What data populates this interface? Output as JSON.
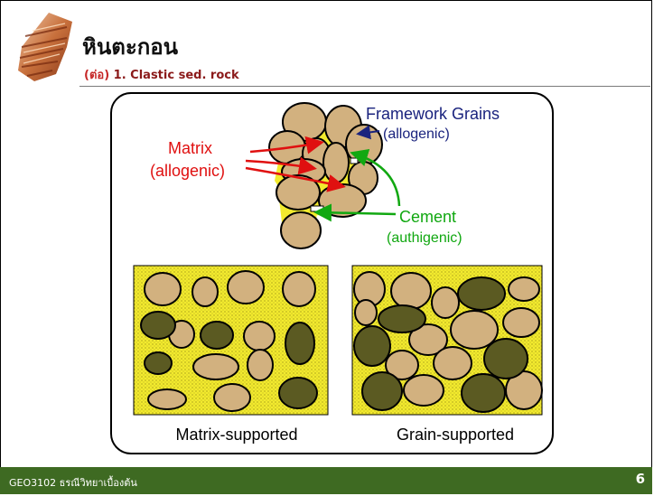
{
  "slide": {
    "title": "หินตะกอน",
    "subtitle_prefix": "(ต่อ)",
    "subtitle_text": " 1. Clastic sed. rock"
  },
  "figure": {
    "labels": {
      "framework": "Framework Grains",
      "framework_sub": "(allogenic)",
      "matrix": "Matrix",
      "matrix_sub": "(allogenic)",
      "cement": "Cement",
      "cement_sub": "(authigenic)"
    },
    "panels": {
      "left": "Matrix-supported",
      "right": "Grain-supported"
    },
    "colors": {
      "grain_tan": "#D2B17F",
      "grain_dark": "#5B5A22",
      "matrix_yellow": "#F2EA2E",
      "label_blue": "#1A237E",
      "label_red": "#E01010",
      "label_green": "#11A811"
    }
  },
  "footer": {
    "course": "GEO3102 ธรณีวิทยาเบื้องต้น",
    "page": "6"
  }
}
